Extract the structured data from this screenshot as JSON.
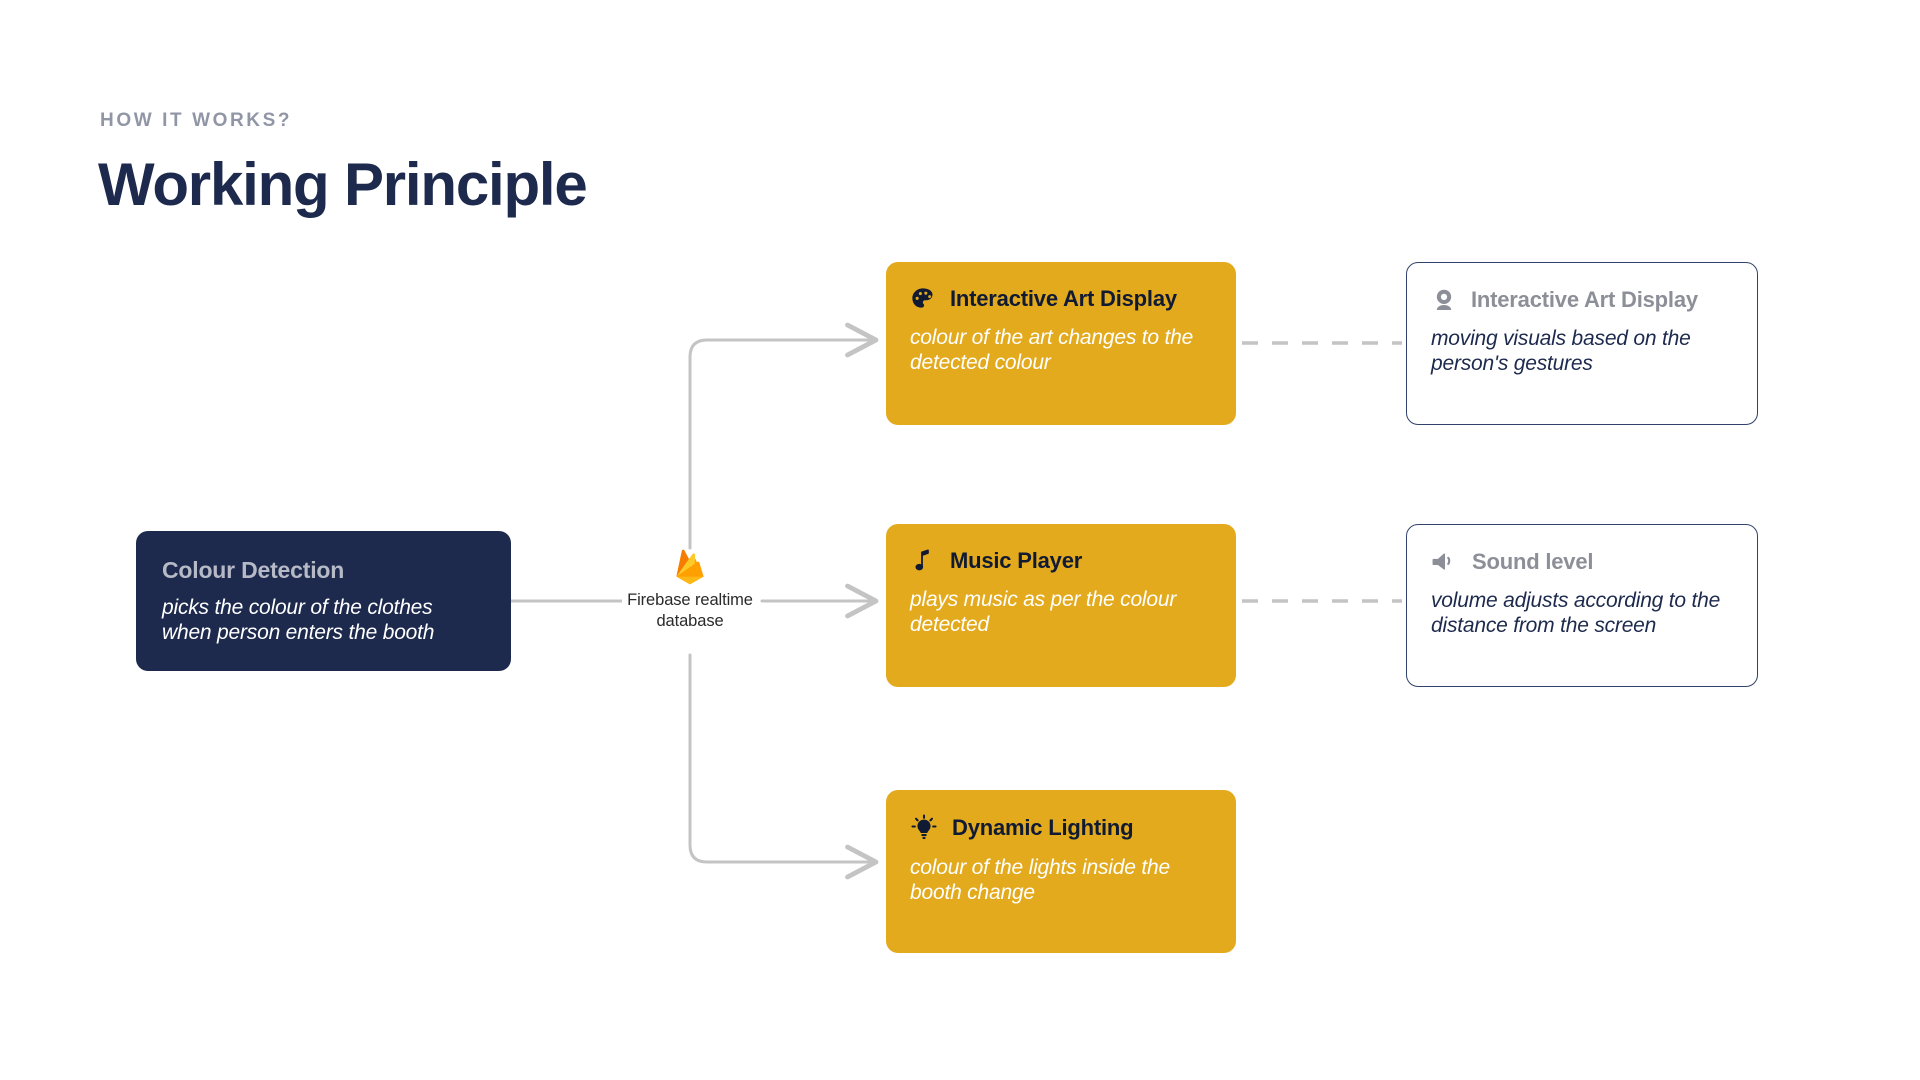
{
  "header": {
    "eyebrow": "HOW IT WORKS?",
    "title": "Working Principle"
  },
  "colors": {
    "navy": "#1D2A4D",
    "yellow": "#E3AA1D",
    "grey_line": "#C4C4C4",
    "eyebrow_grey": "#9196A6",
    "outcome_title_grey": "#8C8F97",
    "firebase_orange": "#FFA000",
    "firebase_amber": "#FFCA28"
  },
  "source": {
    "icon": "none",
    "title": "Colour Detection",
    "description": "picks the colour of the clothes when person enters the booth"
  },
  "hub": {
    "icon": "firebase-flame-icon",
    "label_line1": "Firebase realtime",
    "label_line2": "database"
  },
  "actions": [
    {
      "id": "art",
      "icon": "palette-icon",
      "title": "Interactive Art Display",
      "description": "colour of the art changes to the detected colour"
    },
    {
      "id": "music",
      "icon": "music-note-icon",
      "title": "Music Player",
      "description": "plays music as per the colour detected"
    },
    {
      "id": "lighting",
      "icon": "lightbulb-icon",
      "title": "Dynamic Lighting",
      "description": "colour of the lights inside the booth change"
    }
  ],
  "outcomes": [
    {
      "id": "gesture",
      "icon": "webcam-icon",
      "title": "Interactive Art Display",
      "description": "moving visuals based on the person's gestures"
    },
    {
      "id": "sound",
      "icon": "speaker-volume-icon",
      "title": "Sound level",
      "description": "volume adjusts according to the distance from the screen"
    }
  ],
  "connectors": {
    "source_to_hub": "solid-line",
    "hub_to_art": "solid-arrow",
    "hub_to_music": "solid-arrow",
    "hub_to_lighting": "solid-arrow",
    "art_to_gesture": "dashed-line",
    "music_to_sound": "dashed-line"
  }
}
